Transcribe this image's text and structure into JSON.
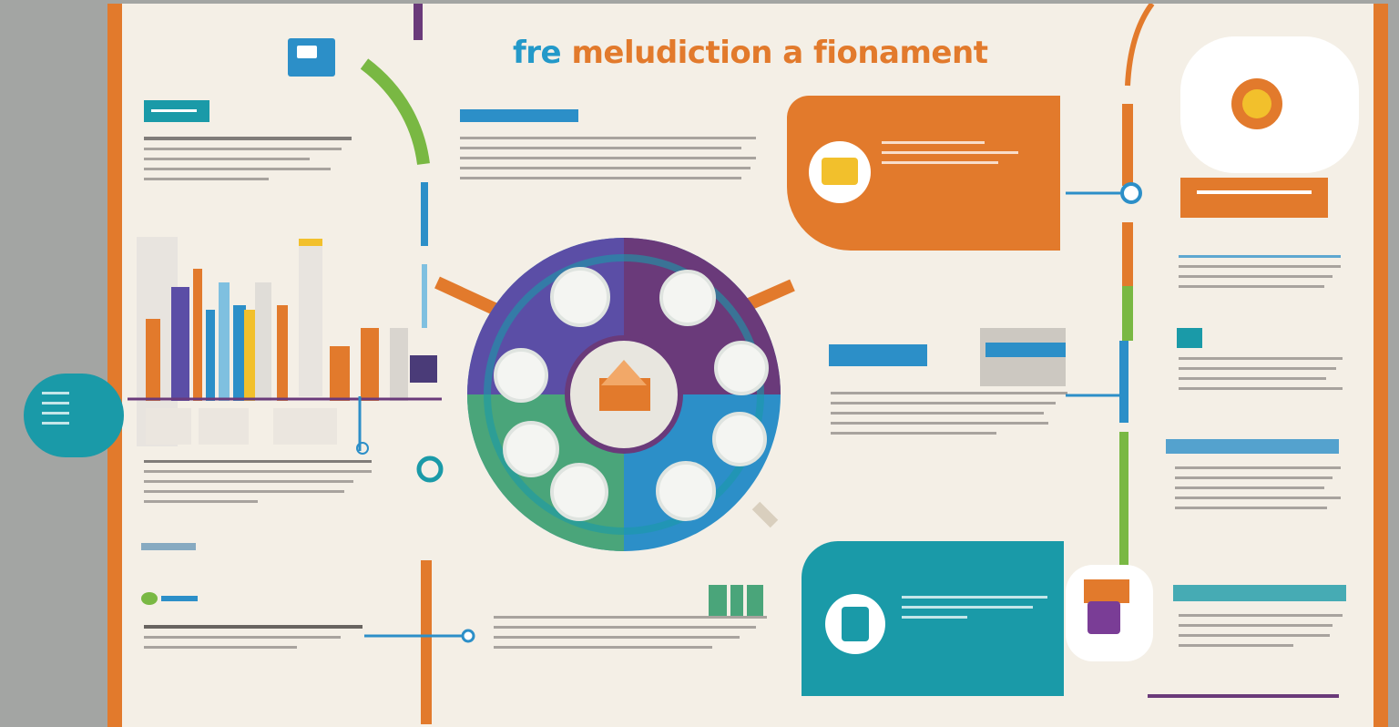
{
  "poster": {
    "title_part1": "fre",
    "title_part2": "meludiction a fionament",
    "blurred_note": "blurred illegible text"
  },
  "colors": {
    "background_gray": "#a3a5a3",
    "paper": "#f4efe6",
    "orange": "#e27a2c",
    "teal": "#1a9aa8",
    "purple": "#7a3d96",
    "green": "#79b843",
    "blue": "#2c8fc8"
  },
  "icons": {
    "chat_bubble": "chat-bubble-icon",
    "sun": "sun-icon",
    "handshake": "handshake-icon",
    "center_tree": "tree-icon",
    "house": "house-icon",
    "arrows": "arrows-icon"
  }
}
